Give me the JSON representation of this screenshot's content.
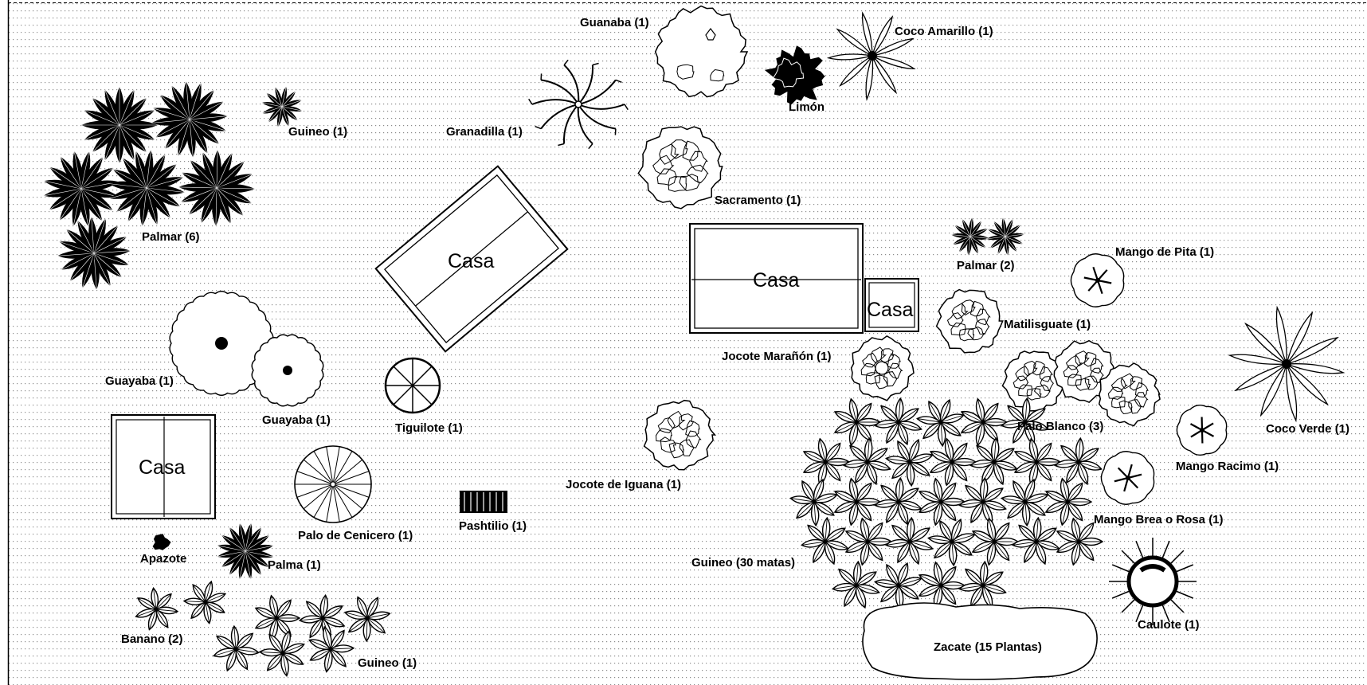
{
  "title": "",
  "colors": {
    "ink": "#000000",
    "paper": "#ffffff",
    "dot_grid": "#9a9a9a"
  },
  "houses": [
    {
      "label": "Casa"
    },
    {
      "label": "Casa"
    },
    {
      "label": "Casa"
    },
    {
      "label": "Casa"
    }
  ],
  "plants": [
    {
      "label": "Guanaba (1)",
      "icon": "canopy-tree-icon"
    },
    {
      "label": "Coco Amarillo (1)",
      "icon": "coconut-palm-icon"
    },
    {
      "label": "Limón",
      "icon": "shrub-cluster-icon"
    },
    {
      "label": "Granadilla (1)",
      "icon": "vine-icon"
    },
    {
      "label": "Guineo (1)",
      "icon": "banana-plant-icon"
    },
    {
      "label": "Sacramento (1)",
      "icon": "canopy-tree-icon"
    },
    {
      "label": "Palmar (6)",
      "icon": "palm-icon"
    },
    {
      "label": "Palmar (2)",
      "icon": "palm-icon"
    },
    {
      "label": "Mango de Pita (1)",
      "icon": "mango-tree-icon"
    },
    {
      "label": "Matilisguate (1)",
      "icon": "canopy-tree-icon"
    },
    {
      "label": "Jocote Marañón (1)",
      "icon": "canopy-tree-icon"
    },
    {
      "label": "Coco Verde (1)",
      "icon": "coconut-palm-icon"
    },
    {
      "label": "Guayaba (1)",
      "icon": "guava-tree-icon"
    },
    {
      "label": "Guayaba (1)",
      "icon": "guava-tree-icon"
    },
    {
      "label": "Tiguilote (1)",
      "icon": "wheel-tree-icon"
    },
    {
      "label": "Palo Blanco (3)",
      "icon": "canopy-tree-icon"
    },
    {
      "label": "Mango Racimo (1)",
      "icon": "mango-tree-icon"
    },
    {
      "label": "Jocote de Iguana (1)",
      "icon": "canopy-tree-icon"
    },
    {
      "label": "Palo de Cenicero (1)",
      "icon": "radial-tree-icon"
    },
    {
      "label": "Pashtilio (1)",
      "icon": "hedge-icon"
    },
    {
      "label": "Mango Brea o Rosa (1)",
      "icon": "mango-tree-icon"
    },
    {
      "label": "Apazote",
      "icon": "herb-icon"
    },
    {
      "label": "Palma (1)",
      "icon": "palm-icon"
    },
    {
      "label": "Guineo (30 matas)",
      "icon": "banana-plant-icon"
    },
    {
      "label": "Banano (2)",
      "icon": "banana-plant-icon"
    },
    {
      "label": "Guineo (1)",
      "icon": "banana-plant-icon"
    },
    {
      "label": "Caulote (1)",
      "icon": "spiky-tree-icon"
    },
    {
      "label": "Zacate (15 Plantas)",
      "icon": "grass-area-icon"
    }
  ]
}
